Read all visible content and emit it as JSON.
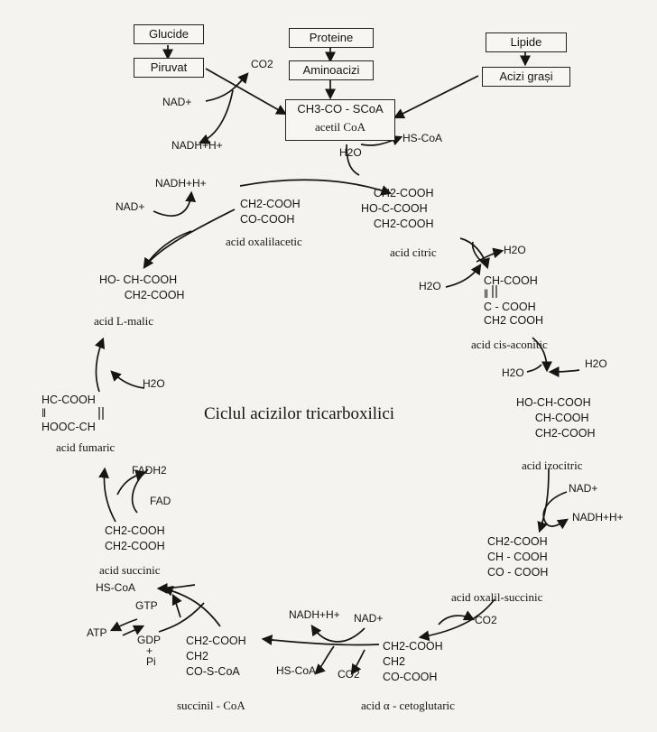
{
  "sources": {
    "glucide": "Glucide",
    "piruvat": "Piruvat",
    "proteine": "Proteine",
    "aminoacizi": "Aminoacizi",
    "lipide": "Lipide",
    "acizi_grasi": "Acizi grași"
  },
  "acetyl": {
    "formula": "CH3-CO - SCoA",
    "name": "acetil CoA"
  },
  "cycle_title": "Ciclul    acizilor    tricarboxilici",
  "compounds": {
    "oxaloacetic": {
      "formula": "CH2-COOH\nCO-COOH",
      "name": "acid oxalilacetic"
    },
    "citric": {
      "formula": "    CH2-COOH\nHO-C-COOH\n    CH2-COOH",
      "name": "acid citric"
    },
    "cis_aconitic": {
      "formula": "CH-COOH\n‖\nC - COOH\nCH2 COOH",
      "name": "acid cis-aconitic"
    },
    "isocitric": {
      "formula": "HO-CH-COOH\n      CH-COOH\n      CH2-COOH",
      "name": "acid izocitric"
    },
    "oxalosuccinic": {
      "formula": "CH2-COOH\nCH - COOH\nCO - COOH",
      "name": "acid oxalil-succinic"
    },
    "ketoglutaric": {
      "formula": "CH2-COOH\nCH2\nCO-COOH",
      "name": "acid α - cetoglutaric"
    },
    "succinyl_coa": {
      "formula": "CH2-COOH\nCH2\nCO-S-CoA",
      "name": "succinil - CoA"
    },
    "succinic": {
      "formula": "CH2-COOH\nCH2-COOH",
      "name": "acid succinic"
    },
    "fumaric": {
      "formula": "HC-COOH\n‖\nHOOC-CH",
      "name": "acid fumaric"
    },
    "malic": {
      "formula": "HO- CH-COOH\n        CH2-COOH",
      "name": "acid L-malic"
    }
  },
  "cofactors": {
    "nad_top": "NAD+",
    "nadh_top": "NADH+H+",
    "co2_top": "CO2",
    "hscoa_top": "HS-CoA",
    "h2o_citrate": "H2O",
    "nadh_malate": "NADH+H+",
    "nad_malate": "NAD+",
    "h2o_aconit_out": "H2O",
    "h2o_aconit_in": "H2O",
    "h2o_iso_left": "H2O",
    "h2o_iso_right": "H2O",
    "nad_iso": "NAD+",
    "nadh_iso": "NADH+H+",
    "co2_oxs": "CO2",
    "nadh_akg": "NADH+H+",
    "nad_akg": "NAD+",
    "hscoa_akg": "HS-CoA",
    "co2_akg": "CO2",
    "hscoa_succ": "HS-CoA",
    "gtp": "GTP",
    "atp": "ATP",
    "gdp": "GDP",
    "plus": "+",
    "pi": "Pi",
    "fadh2": "FADH2",
    "fad": "FAD",
    "h2o_fumarate": "H2O"
  }
}
